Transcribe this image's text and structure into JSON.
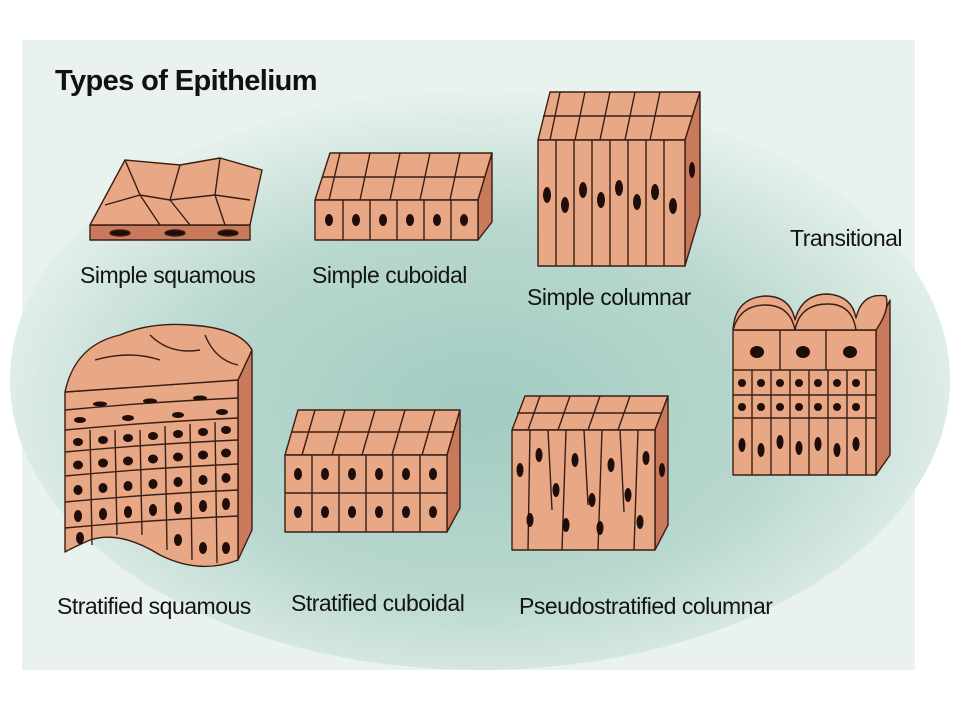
{
  "title": "Types of Epithelium",
  "colors": {
    "background": "#e6f0ea",
    "panel_tint": "#9dc7bd",
    "cell_fill": "#e8a886",
    "cell_shade": "#c97a5c",
    "outline": "#3a1e14",
    "nucleus": "#1e0d08"
  },
  "tissues": [
    {
      "id": "simple-squamous",
      "label": "Simple squamous"
    },
    {
      "id": "simple-cuboidal",
      "label": "Simple cuboidal"
    },
    {
      "id": "simple-columnar",
      "label": "Simple columnar"
    },
    {
      "id": "transitional",
      "label": "Transitional"
    },
    {
      "id": "stratified-squamous",
      "label": "Stratified squamous"
    },
    {
      "id": "stratified-cuboidal",
      "label": "Stratified cuboidal"
    },
    {
      "id": "pseudostratified-columnar",
      "label": "Pseudostratified columnar"
    }
  ]
}
